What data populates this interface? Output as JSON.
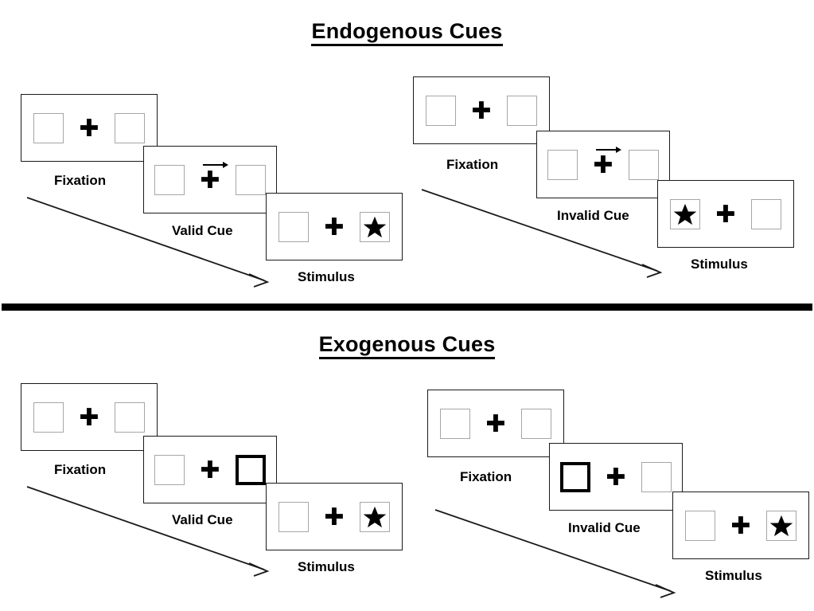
{
  "sections": [
    {
      "id": "endogenous",
      "title": "Endogenous Cues",
      "columns": [
        {
          "id": "endogenous-valid",
          "panels": [
            {
              "caption": "Fixation",
              "left_content": "empty",
              "right_content": "empty",
              "cue": "none",
              "cued_side": "none"
            },
            {
              "caption": "Valid Cue",
              "left_content": "empty",
              "right_content": "empty",
              "cue": "arrow-right",
              "cued_side": "right"
            },
            {
              "caption": "Stimulus",
              "left_content": "empty",
              "right_content": "star",
              "cue": "none",
              "cued_side": "none"
            }
          ]
        },
        {
          "id": "endogenous-invalid",
          "panels": [
            {
              "caption": "Fixation",
              "left_content": "empty",
              "right_content": "empty",
              "cue": "none",
              "cued_side": "none"
            },
            {
              "caption": "Invalid Cue",
              "left_content": "empty",
              "right_content": "empty",
              "cue": "arrow-right",
              "cued_side": "right"
            },
            {
              "caption": "Stimulus",
              "left_content": "star",
              "right_content": "empty",
              "cue": "none",
              "cued_side": "none"
            }
          ]
        }
      ]
    },
    {
      "id": "exogenous",
      "title": "Exogenous Cues",
      "columns": [
        {
          "id": "exogenous-valid",
          "panels": [
            {
              "caption": "Fixation",
              "left_content": "empty",
              "right_content": "empty",
              "cue": "none",
              "cued_side": "none"
            },
            {
              "caption": "Valid Cue",
              "left_content": "empty",
              "right_content": "empty",
              "cue": "box-highlight",
              "cued_side": "right"
            },
            {
              "caption": "Stimulus",
              "left_content": "empty",
              "right_content": "star",
              "cue": "none",
              "cued_side": "none"
            }
          ]
        },
        {
          "id": "exogenous-invalid",
          "panels": [
            {
              "caption": "Fixation",
              "left_content": "empty",
              "right_content": "empty",
              "cue": "none",
              "cued_side": "none"
            },
            {
              "caption": "Invalid Cue",
              "left_content": "empty",
              "right_content": "empty",
              "cue": "box-highlight",
              "cued_side": "left"
            },
            {
              "caption": "Stimulus",
              "left_content": "empty",
              "right_content": "star",
              "cue": "none",
              "cued_side": "none"
            }
          ]
        }
      ]
    }
  ],
  "icons": {
    "fixation_cross": "plus-icon",
    "target": "star-icon",
    "cue_arrow": "arrow-right-icon",
    "time_flow": "time-flow-arrow-icon"
  },
  "colors": {
    "stroke": "#1a1a1a",
    "cell_border": "#a6a6a6",
    "cue_border": "#000000",
    "divider": "#000000",
    "background": "#ffffff"
  },
  "divider": {
    "present": true
  }
}
